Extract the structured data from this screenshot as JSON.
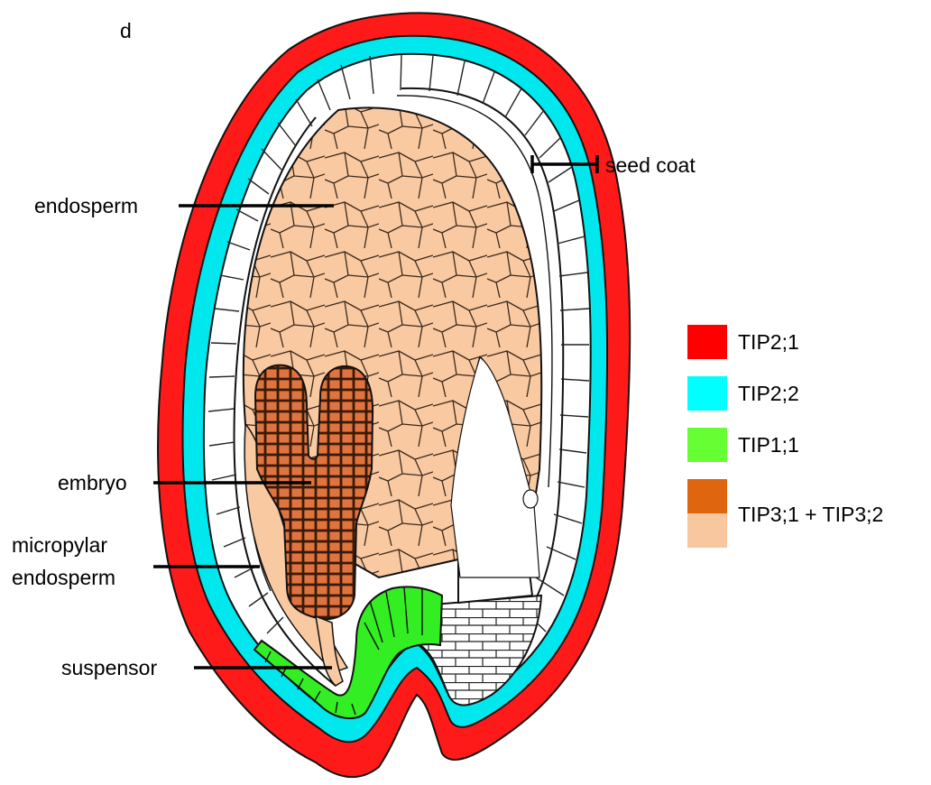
{
  "panel_label": "d",
  "labels": {
    "seed_coat": "seed coat",
    "endosperm": "endosperm",
    "embryo": "embryo",
    "micropylar_line1": "micropylar",
    "micropylar_line2": "endosperm",
    "suspensor": "suspensor"
  },
  "legend": [
    {
      "label": "TIP2;1",
      "color": "#ff0000"
    },
    {
      "label": "TIP2;2",
      "color": "#00ffff"
    },
    {
      "label": "TIP1;1",
      "color": "#66ff33"
    },
    {
      "label": "TIP3;1 + TIP3;2",
      "colors": [
        "#e0650f",
        "#f9c79f"
      ]
    }
  ],
  "colors": {
    "outer_layer": "#ff0000",
    "inner_layer": "#00f0f0",
    "chalazal_layer": "#33ee22",
    "embryo": "#e0743f",
    "endosperm": "#f9c9a2",
    "cell_walls": "#000000"
  }
}
